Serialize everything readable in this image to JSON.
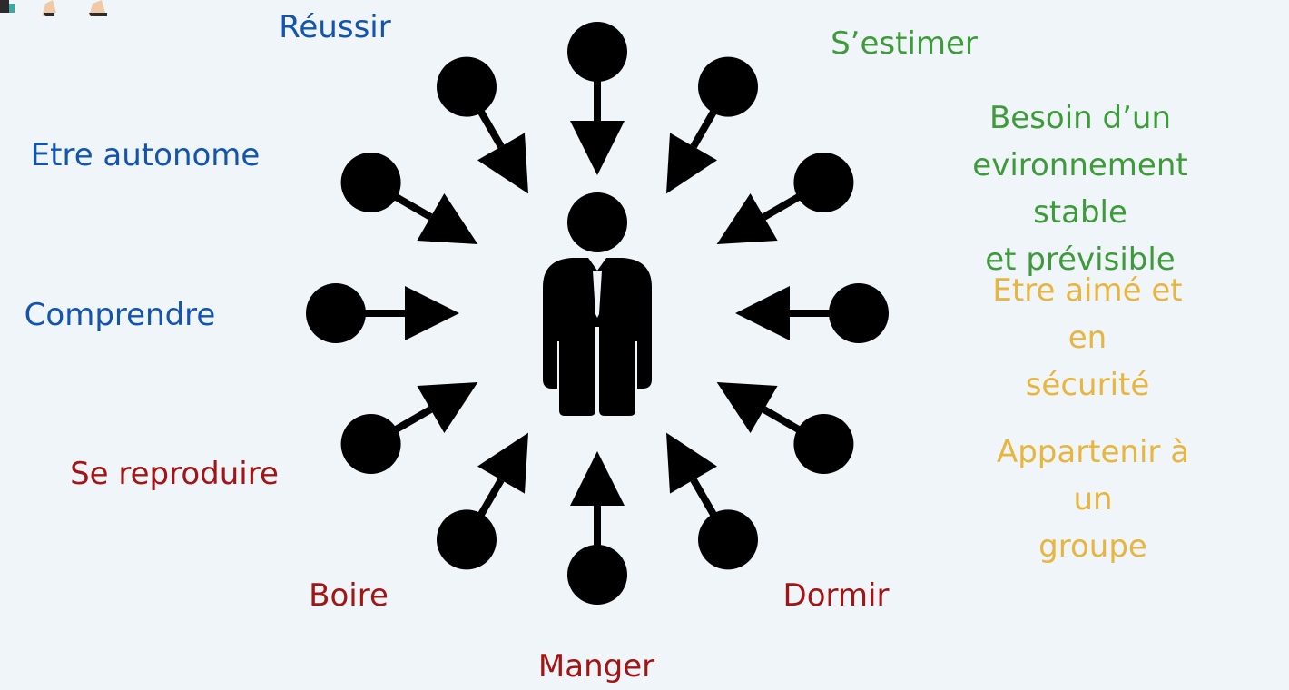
{
  "needs": [
    {
      "id": "reussir",
      "text": "Réussir",
      "color": "#1254b0",
      "group": "blue"
    },
    {
      "id": "sestimer",
      "text": "S’estimer",
      "color": "#3e9b3a",
      "group": "green"
    },
    {
      "id": "autonome",
      "text": "Etre autonome",
      "color": "#1254b0",
      "group": "blue"
    },
    {
      "id": "environnement",
      "lines": [
        "Besoin d’un",
        "evironnement stable",
        "et prévisible"
      ],
      "color": "#3e9b3a",
      "group": "green"
    },
    {
      "id": "comprendre",
      "text": "Comprendre",
      "color": "#1254b0",
      "group": "blue"
    },
    {
      "id": "aime",
      "lines": [
        "Etre aimé et en",
        "sécurité"
      ],
      "color": "#e8b53e",
      "group": "yellow"
    },
    {
      "id": "reproduire",
      "text": "Se reproduire",
      "color": "#a31414",
      "group": "red"
    },
    {
      "id": "groupe",
      "lines": [
        "Appartenir à un",
        "groupe"
      ],
      "color": "#e8b53e",
      "group": "yellow"
    },
    {
      "id": "boire",
      "text": "Boire",
      "color": "#a31414",
      "group": "red"
    },
    {
      "id": "dormir",
      "text": "Dormir",
      "color": "#a31414",
      "group": "red"
    },
    {
      "id": "manger",
      "text": "Manger",
      "color": "#a31414",
      "group": "red"
    }
  ],
  "center": {
    "icon": "person-in-suit-icon"
  },
  "arrows": {
    "count": 12,
    "icon": "circle-arrow-icon",
    "color": "#000000"
  },
  "corner_icon": "feet-illustration-icon"
}
